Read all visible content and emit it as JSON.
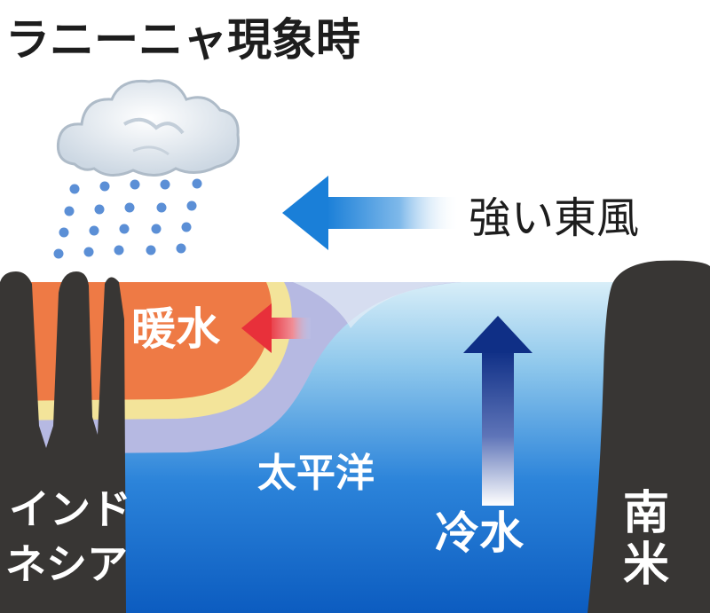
{
  "title": "ラニーニャ現象時",
  "wind": {
    "label": "強い東風"
  },
  "labels": {
    "warm_water": "暖水",
    "cold_water": "冷水",
    "ocean": "太平洋",
    "indonesia_line1": "インド",
    "indonesia_line2": "ネシア",
    "south_america_line1": "南",
    "south_america_line2": "米"
  },
  "colors": {
    "sky": "#ffffff",
    "ocean_deep": "#0f63c4",
    "ocean_light": "#cfe8f6",
    "warm_water": "#ee7a45",
    "warm_fringe": "#f3e49a",
    "transition_layer": "#b6b9e2",
    "land": "#383634",
    "wind_arrow": "#1a7fd8",
    "upwelling_arrow": "#0f2f86",
    "heat_arrow": "#e8303a",
    "rain": "#5b8fd6",
    "cloud": "#dde6ee"
  },
  "icons": {
    "cloud": "rain-cloud-icon",
    "rain": "rain-drops",
    "wind": "wind-arrow-left",
    "upwelling": "upwelling-arrow-up",
    "heat": "heat-arrow-left"
  }
}
